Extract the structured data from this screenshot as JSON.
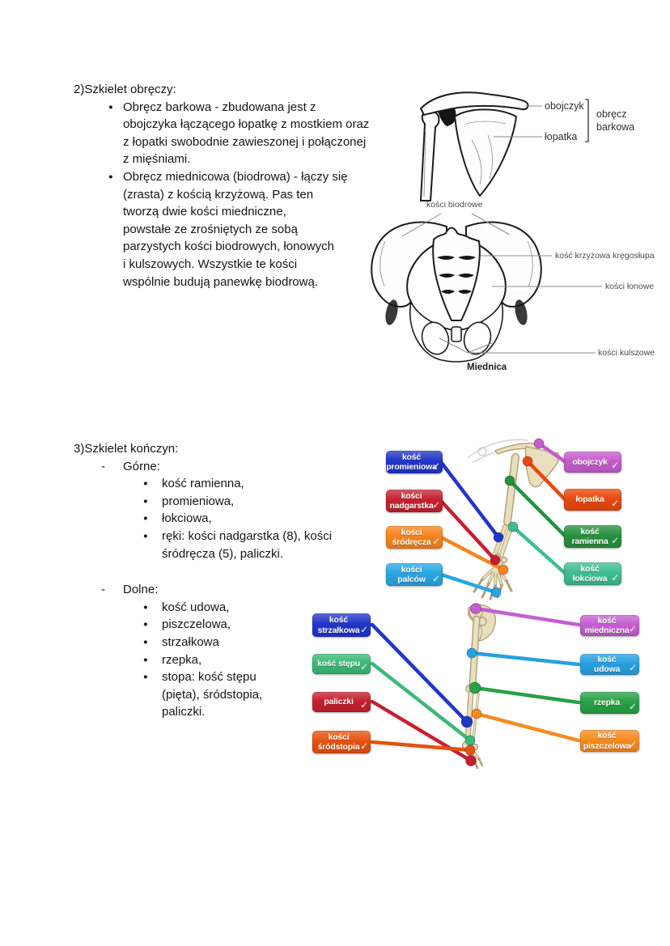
{
  "icons": {
    "check": "✓",
    "bullet": "●",
    "dash": "-"
  },
  "sections": {
    "girdles": {
      "heading": "2)Szkielet obręczy:",
      "bullets": [
        "Obręcz barkowa - zbudowana jest z\nobojczyka łączącego łopatkę z mostkiem oraz\nz łopatki swobodnie zawieszonej i połączonej\nz mięśniami.",
        "Obręcz miednicowa (biodrowa) - łączy się\n(zrasta) z kością krzyżową. Pas ten\ntworzą dwie kości miedniczne,\npowstałe ze zrośniętych ze sobą\nparzystych kości biodrowych, łonowych\ni kulszowych. Wszystkie te kości\nwspólnie budują panewkę biodrową."
      ]
    },
    "limbs": {
      "heading": "3)Szkielet kończyn:",
      "upper": {
        "label": "Górne:",
        "items": [
          "kość ramienna,",
          "promieniowa,",
          "łokciowa,",
          "ręki: kości nadgarstka (8), kości\nśródręcza (5), paliczki."
        ]
      },
      "lower": {
        "label": "Dolne:",
        "items": [
          "kość udowa,",
          "piszczelowa,",
          "strzałkowa",
          "rzepka,",
          "stopa: kość stępu\n(pięta), śródstopia,\npaliczki."
        ]
      }
    }
  },
  "figures": {
    "shoulder": {
      "clavicle_label": "obojczyk",
      "scapula_label": "łopatka",
      "bracket_label": "obręcz\nbarkowa"
    },
    "pelvis": {
      "iliac_label": "kości biodrowe",
      "sacrum_label": "kość krzyżowa kręgosłupa",
      "pubic_label": "kości łonowe",
      "ischial_label": "kości kulszowe",
      "caption": "Miednica"
    },
    "upper_limb": {
      "left_labels": [
        {
          "text": "kość\npromieniowa",
          "color": "#2236c8"
        },
        {
          "text": "kości\nnadgarstka",
          "color": "#c6202f"
        },
        {
          "text": "kości\nśródręcza",
          "color": "#f5841e"
        },
        {
          "text": "kości\npalców",
          "color": "#29a5e3"
        }
      ],
      "right_labels": [
        {
          "text": "obojczyk",
          "color": "#c45ccc"
        },
        {
          "text": "łopatka",
          "color": "#e8490f"
        },
        {
          "text": "kość\nramienna",
          "color": "#27913e"
        },
        {
          "text": "kość\nłokciowa",
          "color": "#3ebd8d"
        }
      ]
    },
    "lower_limb": {
      "left_labels": [
        {
          "text": "kość\nstrzałkowa",
          "color": "#2236c8"
        },
        {
          "text": "kość stępu",
          "color": "#3cb878"
        },
        {
          "text": "paliczki",
          "color": "#c6202f"
        },
        {
          "text": "kości\nśródstopia",
          "color": "#e5520f"
        }
      ],
      "right_labels": [
        {
          "text": "kość\nmiedniczna",
          "color": "#c45fd1"
        },
        {
          "text": "kość\nudowa",
          "color": "#29a0e0"
        },
        {
          "text": "rzepka",
          "color": "#28a047"
        },
        {
          "text": "kość\npiszczelowa",
          "color": "#f68b1f"
        }
      ]
    }
  }
}
